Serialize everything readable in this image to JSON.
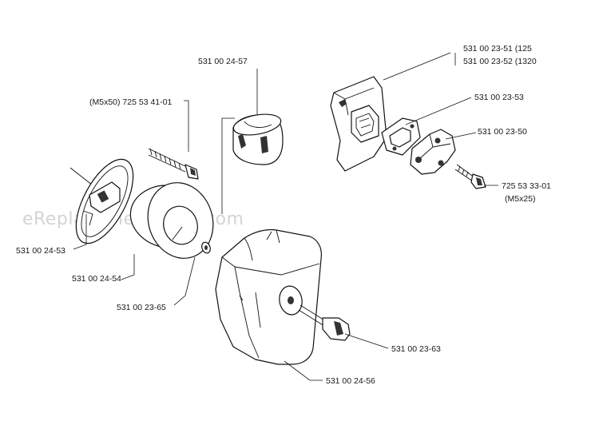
{
  "watermark": "eReplacementParts.com",
  "labels": {
    "p_531_00_24_57": "531 00 24-57",
    "p_725_53_41_01": "(M5x50) 725 53 41-01",
    "p_531_00_24_53": "531 00 24-53",
    "p_531_00_24_54": "531 00 24-54",
    "p_531_00_23_65": "531 00 23-65",
    "p_531_00_23_51": "531 00 23-51 (125",
    "p_531_00_23_52": "531 00 23-52 (1320",
    "p_531_00_23_53": "531 00 23-53",
    "p_531_00_23_50": "531 00 23-50",
    "p_725_53_33_01": "725 53 33-01",
    "p_725_53_33_01_size": "(M5x25)",
    "p_531_00_23_63": "531 00 23-63",
    "p_531_00_24_56": "531 00 24-56"
  }
}
